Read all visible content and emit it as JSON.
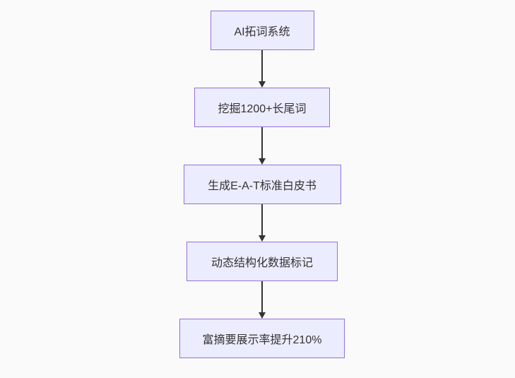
{
  "diagram": {
    "type": "flowchart-top-down",
    "colors": {
      "background": "#fafafa",
      "node_fill": "#ECECFF",
      "node_border": "#9370DB",
      "text": "#333333",
      "arrow": "#333333"
    },
    "nodes": [
      {
        "label": "AI拓词系统"
      },
      {
        "label": "挖掘1200+长尾词"
      },
      {
        "label": "生成E-A-T标准白皮书"
      },
      {
        "label": "动态结构化数据标记"
      },
      {
        "label": "富摘要展示率提升210%"
      }
    ],
    "edges": [
      {
        "from": 0,
        "to": 1
      },
      {
        "from": 1,
        "to": 2
      },
      {
        "from": 2,
        "to": 3
      },
      {
        "from": 3,
        "to": 4
      }
    ]
  }
}
